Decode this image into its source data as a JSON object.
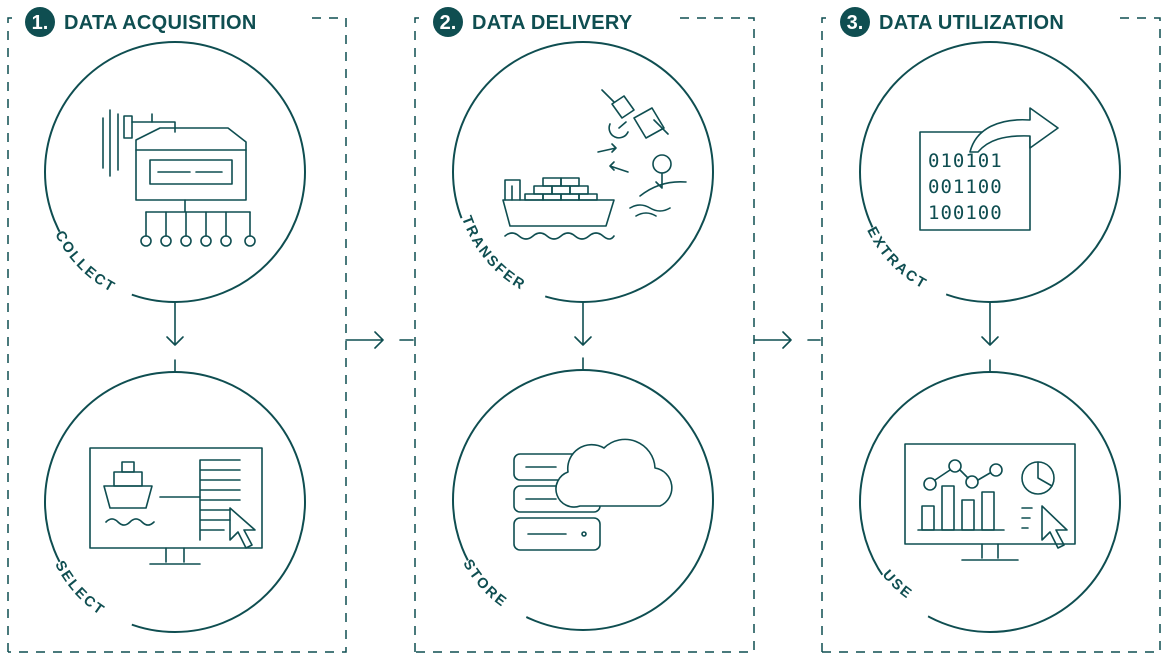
{
  "colors": {
    "primary": "#0f4e51",
    "background": "#ffffff"
  },
  "stages": [
    {
      "number": "1.",
      "title": "DATA ACQUISITION",
      "steps": [
        {
          "label": "COLLECT",
          "icon": "industrial-sensor-hub-icon"
        },
        {
          "label": "SELECT",
          "icon": "ship-monitor-selection-icon"
        }
      ]
    },
    {
      "number": "2.",
      "title": "DATA DELIVERY",
      "steps": [
        {
          "label": "TRANSFER",
          "icon": "satellite-ship-transfer-icon"
        },
        {
          "label": "STORE",
          "icon": "server-cloud-storage-icon"
        }
      ]
    },
    {
      "number": "3.",
      "title": "DATA UTILIZATION",
      "steps": [
        {
          "label": "EXTRACT",
          "icon": "binary-data-extract-icon"
        },
        {
          "label": "USE",
          "icon": "analytics-dashboard-icon"
        }
      ]
    }
  ],
  "binary_rows": [
    "010101",
    "001100",
    "100100"
  ]
}
